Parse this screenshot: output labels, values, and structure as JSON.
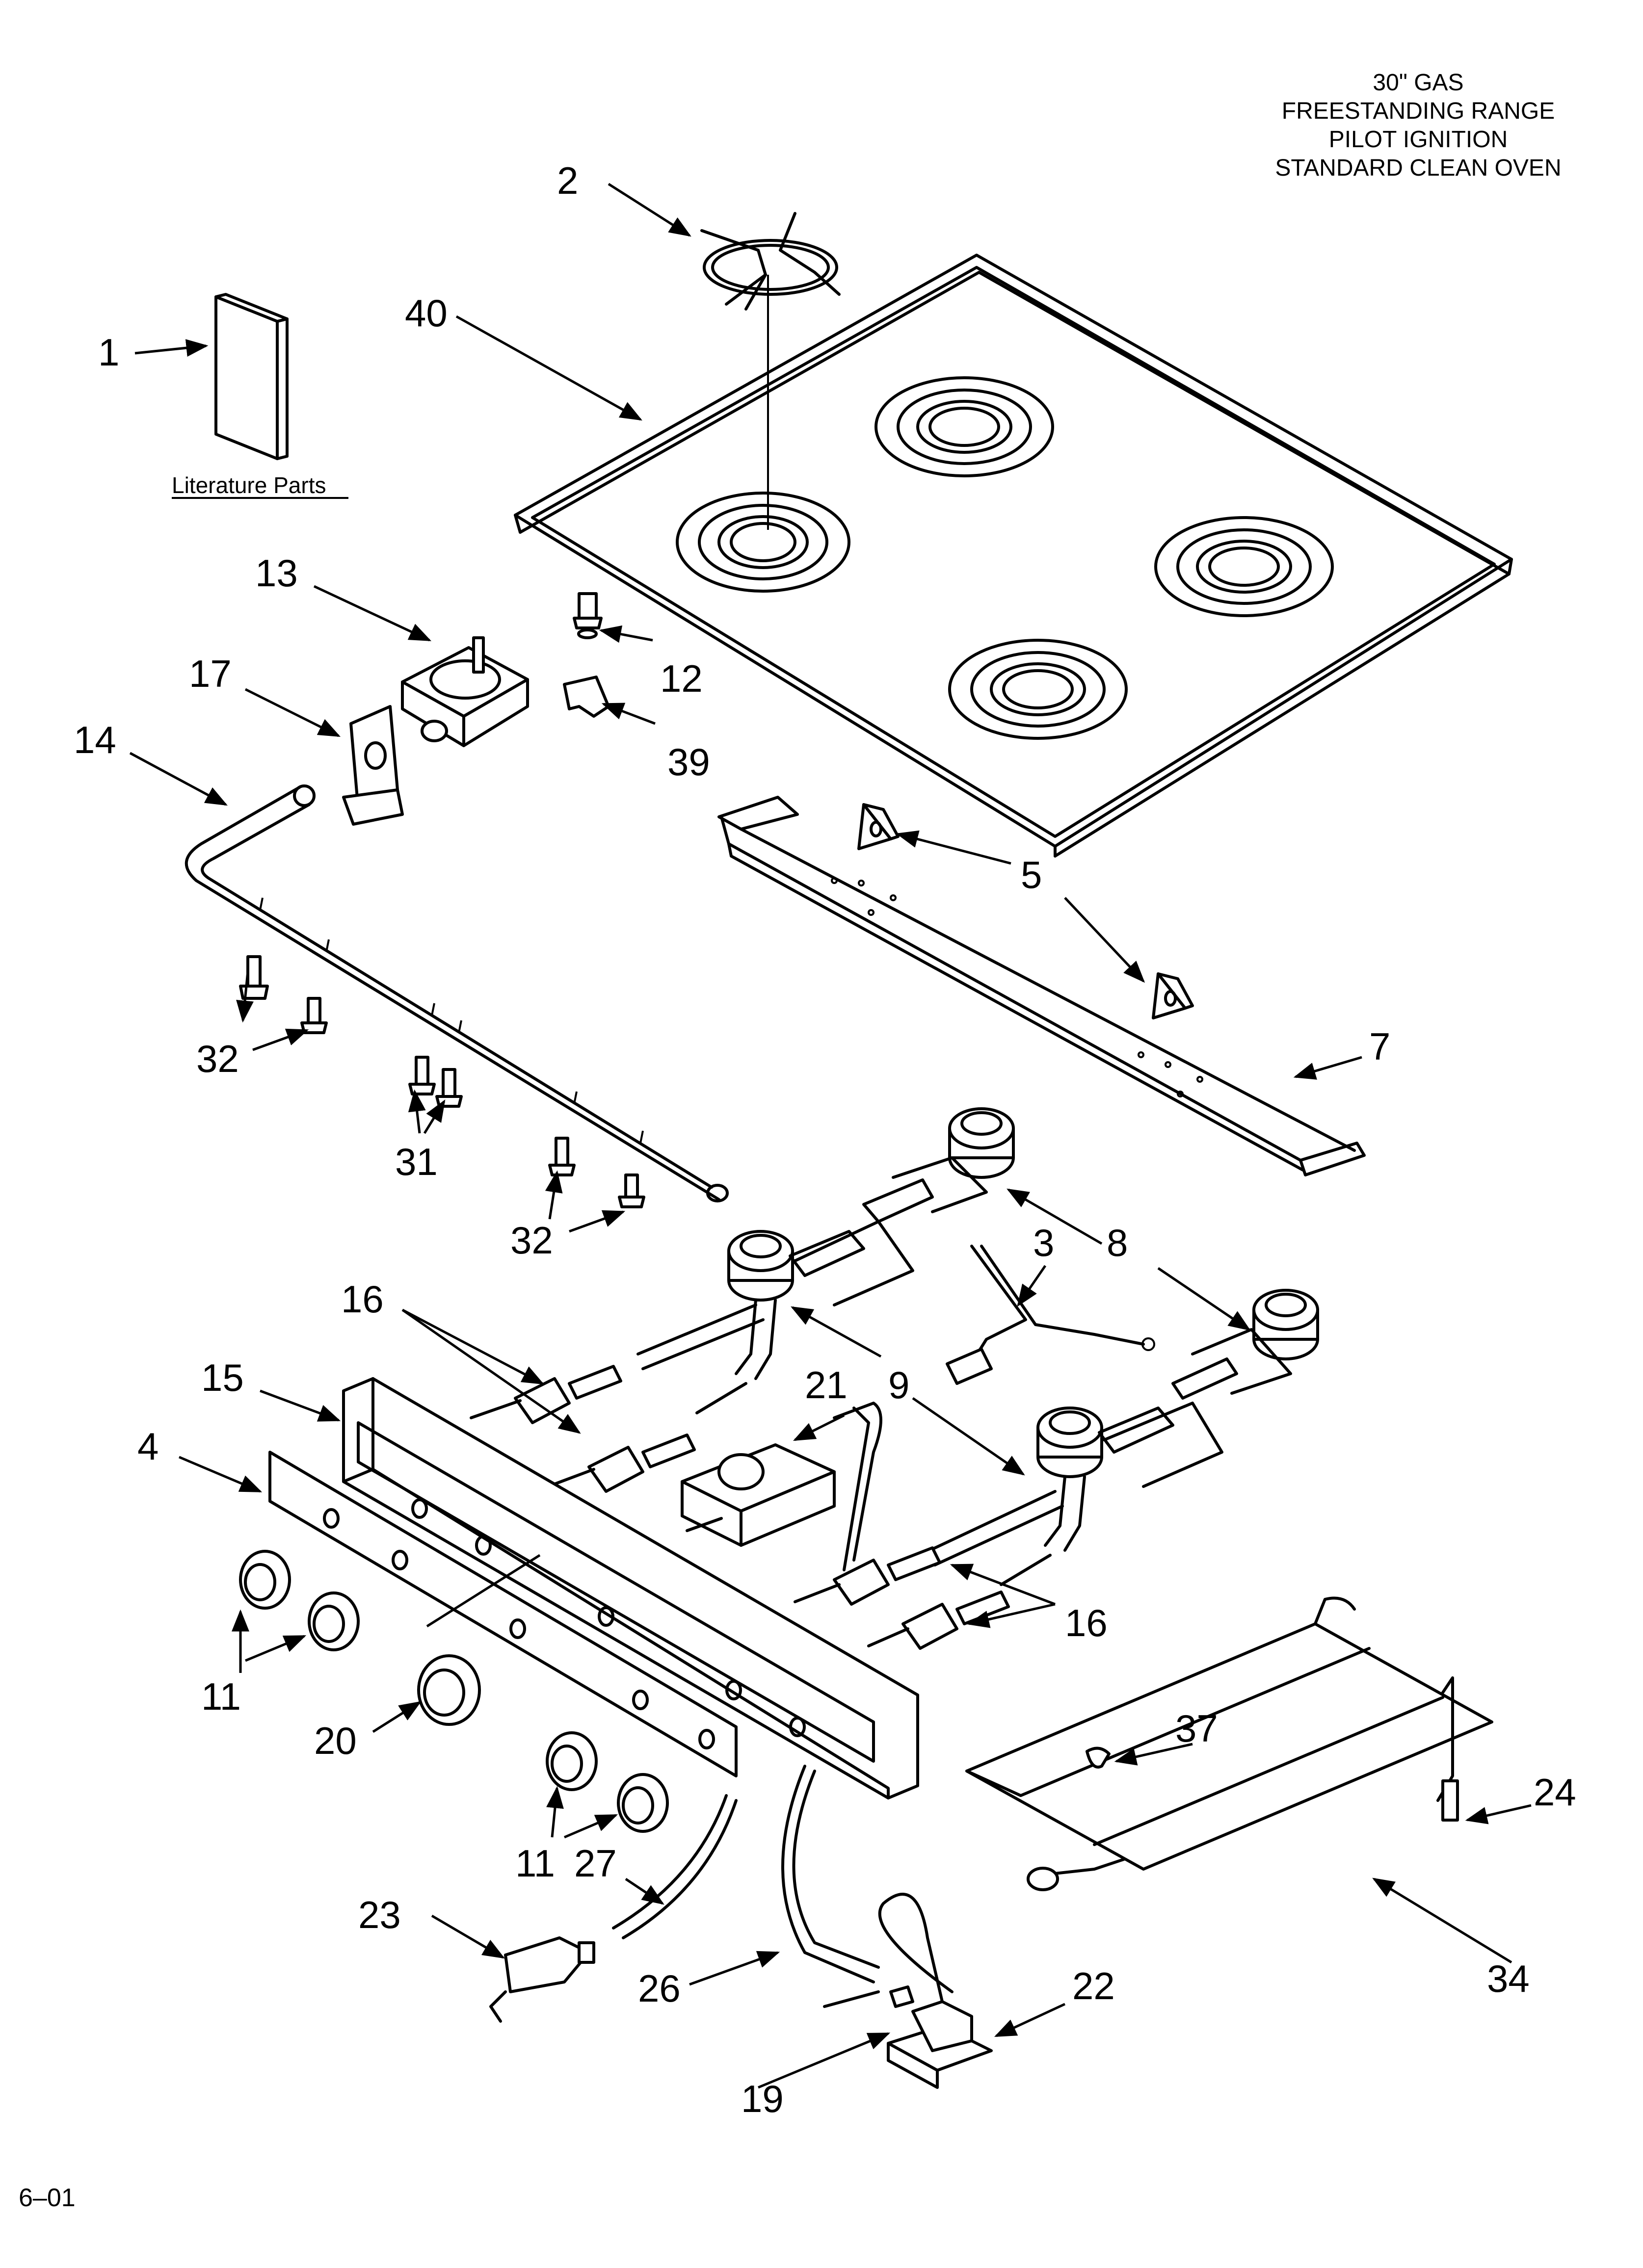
{
  "title": {
    "line1": "30\" GAS",
    "line2": "FREESTANDING RANGE",
    "line3": "PILOT IGNITION",
    "line4": "STANDARD CLEAN OVEN"
  },
  "literature_label": "Literature Parts",
  "footer_code": "6–01",
  "callouts": {
    "c1": "1",
    "c2": "2",
    "c3": "3",
    "c4": "4",
    "c5": "5",
    "c7": "7",
    "c8": "8",
    "c9": "9",
    "c11a": "11",
    "c11b": "11",
    "c12": "12",
    "c13": "13",
    "c14": "14",
    "c15": "15",
    "c16a": "16",
    "c16b": "16",
    "c17": "17",
    "c19": "19",
    "c20": "20",
    "c21": "21",
    "c22": "22",
    "c23": "23",
    "c24": "24",
    "c26": "26",
    "c27": "27",
    "c31": "31",
    "c32a": "32",
    "c32b": "32",
    "c34": "34",
    "c37": "37",
    "c39": "39",
    "c40": "40"
  }
}
